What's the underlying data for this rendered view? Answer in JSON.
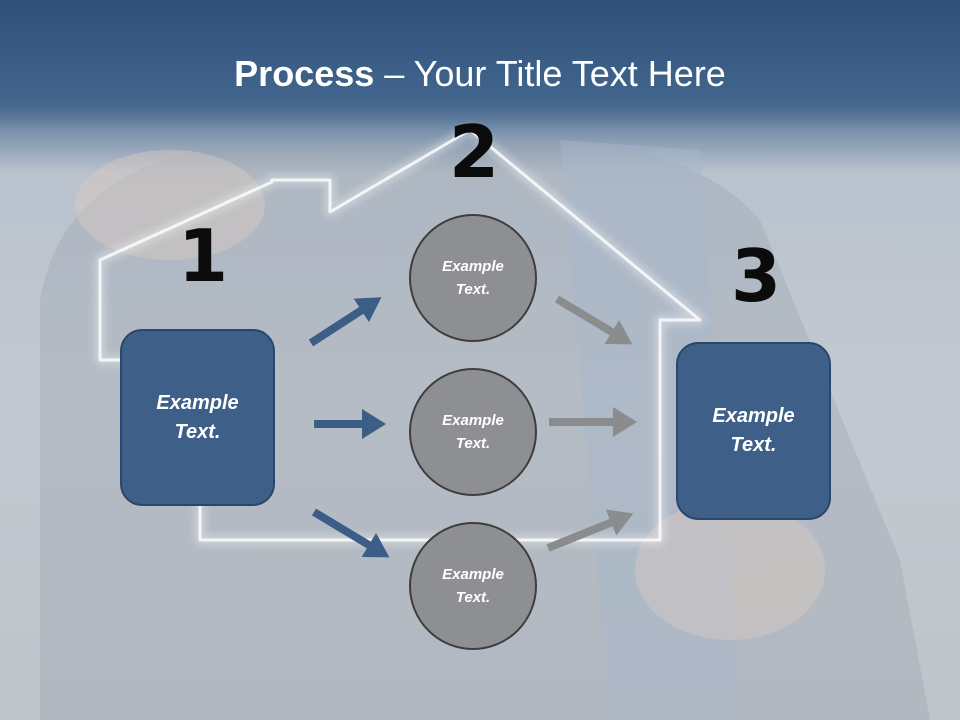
{
  "title": {
    "bold": "Process",
    "rest": " – Your Title Text Here"
  },
  "steps": {
    "one": {
      "number": "1",
      "text": "Example\nText."
    },
    "two": {
      "number": "2",
      "items": [
        "Example\nText.",
        "Example\nText.",
        "Example\nText."
      ]
    },
    "three": {
      "number": "3",
      "text": "Example\nText."
    }
  },
  "colors": {
    "box": "#3e5f87",
    "circle": "#8d8f93",
    "arrow_left": "#3c5d86",
    "arrow_right": "#8b8c8e"
  }
}
